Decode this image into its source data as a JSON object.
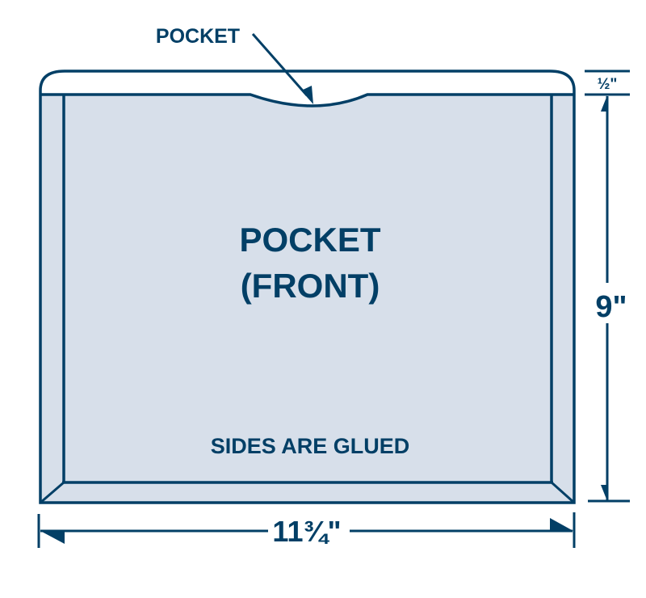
{
  "diagram": {
    "colors": {
      "stroke": "#023f66",
      "fill": "#d7dfea",
      "background": "#ffffff"
    },
    "callout_label": "POCKET",
    "center_title_line1": "POCKET",
    "center_title_line2": "(FRONT)",
    "bottom_note": "SIDES ARE GLUED",
    "dimensions": {
      "width": "11¾\"",
      "height": "9\"",
      "tab_height": "½\""
    }
  }
}
